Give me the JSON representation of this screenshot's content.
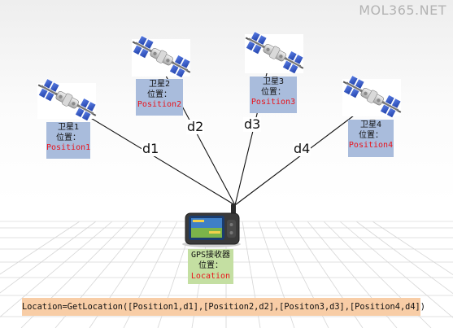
{
  "watermark": "MOL365.NET",
  "satellites": [
    {
      "name": "卫星1",
      "position_label": "位置：",
      "position_value": "Position1",
      "distance_label": "d1"
    },
    {
      "name": "卫星2",
      "position_label": "位置：",
      "position_value": "Position2",
      "distance_label": "d2"
    },
    {
      "name": "卫星3",
      "position_label": "位置：",
      "position_value": "Position3",
      "distance_label": "d3"
    },
    {
      "name": "卫星4",
      "position_label": "位置：",
      "position_value": "Position4",
      "distance_label": "d4"
    }
  ],
  "receiver": {
    "name": "GPS接收器",
    "position_label": "位置：",
    "position_value": "Location"
  },
  "formula": "Location=GetLocation([Position1,d1],[Position2,d2],[Positon3,d3],[Position4,d4])",
  "colors": {
    "satellite_label_bg": "#a9bcdc",
    "receiver_label_bg": "#c4dfa2",
    "formula_bg": "#f8cda6",
    "position_text": "#e8141c",
    "solar_panel": "#2f55c9"
  },
  "icons": [
    "satellite-icon",
    "gps-receiver-icon"
  ]
}
